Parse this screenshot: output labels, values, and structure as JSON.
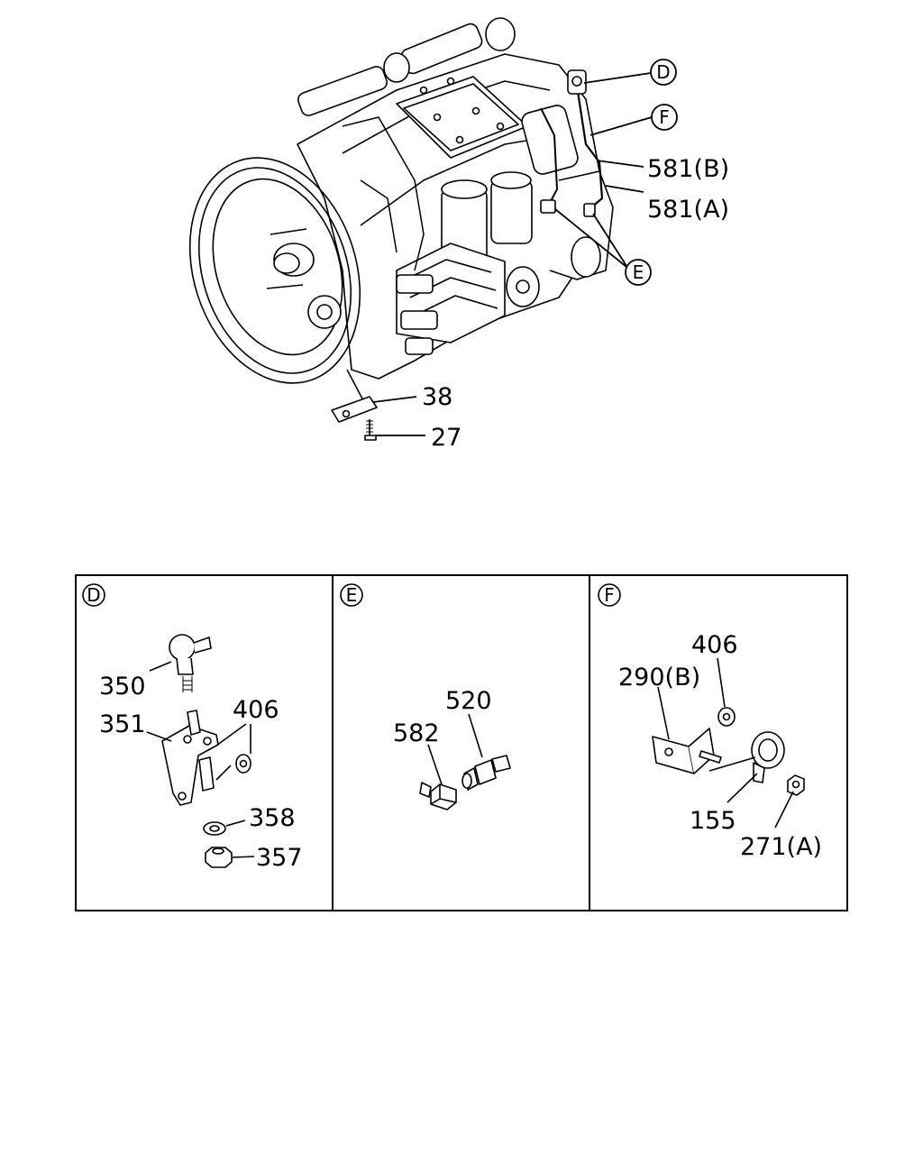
{
  "main_view": {
    "callouts": {
      "d": "D",
      "f": "F",
      "e": "E"
    },
    "labels": {
      "p581b": "581(B)",
      "p581a": "581(A)",
      "p38": "38",
      "p27": "27"
    }
  },
  "panels": [
    {
      "id": "D",
      "callout": "D",
      "labels": {
        "p350": "350",
        "p351": "351",
        "p406": "406",
        "p358": "358",
        "p357": "357"
      }
    },
    {
      "id": "E",
      "callout": "E",
      "labels": {
        "p520": "520",
        "p582": "582"
      }
    },
    {
      "id": "F",
      "callout": "F",
      "labels": {
        "p406": "406",
        "p290b": "290(B)",
        "p155": "155",
        "p271a": "271(A)"
      }
    }
  ]
}
